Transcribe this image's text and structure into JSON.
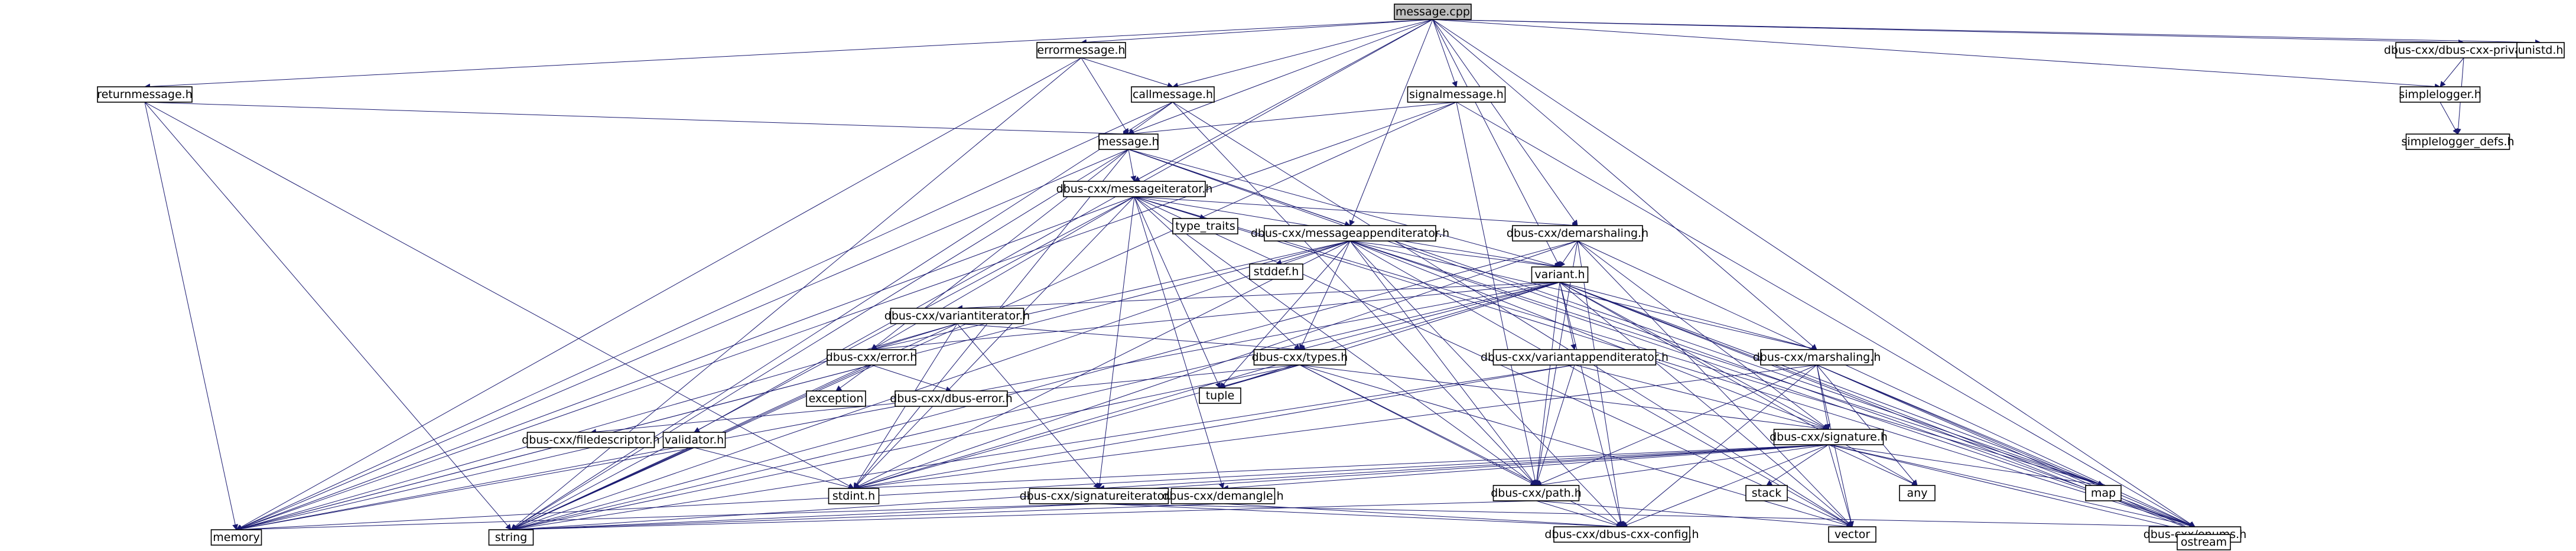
{
  "graph": {
    "title": "message.cpp",
    "colors": {
      "edge": "#191970",
      "root_fill": "#bfbfbf",
      "file_fill": "#ffffff",
      "system_fill": "#ffffff"
    },
    "nodes": [
      {
        "id": "message_cpp",
        "label": "message.cpp",
        "kind": "root"
      },
      {
        "id": "errormessage_h",
        "label": "errormessage.h",
        "kind": "file"
      },
      {
        "id": "returnmessage_h",
        "label": "returnmessage.h",
        "kind": "file"
      },
      {
        "id": "callmessage_h",
        "label": "callmessage.h",
        "kind": "file"
      },
      {
        "id": "signalmessage_h",
        "label": "signalmessage.h",
        "kind": "file"
      },
      {
        "id": "private_h",
        "label": "dbus-cxx/dbus-cxx-private.h",
        "kind": "file"
      },
      {
        "id": "unistd_h",
        "label": "unistd.h",
        "kind": "system"
      },
      {
        "id": "message_h",
        "label": "message.h",
        "kind": "file"
      },
      {
        "id": "simplelogger_h",
        "label": "simplelogger.h",
        "kind": "file"
      },
      {
        "id": "simplelogger_defs_h",
        "label": "simplelogger_defs.h",
        "kind": "file"
      },
      {
        "id": "messageiterator_h",
        "label": "dbus-cxx/messageiterator.h",
        "kind": "file"
      },
      {
        "id": "type_traits",
        "label": "type_traits",
        "kind": "system"
      },
      {
        "id": "demarshaling_h",
        "label": "dbus-cxx/demarshaling.h",
        "kind": "file"
      },
      {
        "id": "messageappenditerator_h",
        "label": "dbus-cxx/messageappenditerator.h",
        "kind": "file"
      },
      {
        "id": "stddef_h",
        "label": "stddef.h",
        "kind": "system"
      },
      {
        "id": "variant_h",
        "label": "variant.h",
        "kind": "file"
      },
      {
        "id": "variantiterator_h",
        "label": "dbus-cxx/variantiterator.h",
        "kind": "file"
      },
      {
        "id": "error_h",
        "label": "dbus-cxx/error.h",
        "kind": "file"
      },
      {
        "id": "types_h",
        "label": "dbus-cxx/types.h",
        "kind": "file"
      },
      {
        "id": "variantappenditerator_h",
        "label": "dbus-cxx/variantappenditerator.h",
        "kind": "file"
      },
      {
        "id": "marshaling_h",
        "label": "dbus-cxx/marshaling.h",
        "kind": "file"
      },
      {
        "id": "exception",
        "label": "exception",
        "kind": "system"
      },
      {
        "id": "dbus_error_h",
        "label": "dbus-cxx/dbus-error.h",
        "kind": "file"
      },
      {
        "id": "filedescriptor_h",
        "label": "dbus-cxx/filedescriptor.h",
        "kind": "file"
      },
      {
        "id": "validator_h",
        "label": "validator.h",
        "kind": "file"
      },
      {
        "id": "tuple",
        "label": "tuple",
        "kind": "system"
      },
      {
        "id": "signature_h",
        "label": "dbus-cxx/signature.h",
        "kind": "file"
      },
      {
        "id": "signatureiterator_h",
        "label": "dbus-cxx/signatureiterator.h",
        "kind": "file"
      },
      {
        "id": "demangle_h",
        "label": "dbus-cxx/demangle.h",
        "kind": "file"
      },
      {
        "id": "path_h",
        "label": "dbus-cxx/path.h",
        "kind": "file"
      },
      {
        "id": "stack",
        "label": "stack",
        "kind": "system"
      },
      {
        "id": "any",
        "label": "any",
        "kind": "system"
      },
      {
        "id": "map",
        "label": "map",
        "kind": "system"
      },
      {
        "id": "stdint_h",
        "label": "stdint.h",
        "kind": "system"
      },
      {
        "id": "memory",
        "label": "memory",
        "kind": "system"
      },
      {
        "id": "string",
        "label": "string",
        "kind": "system"
      },
      {
        "id": "config_h",
        "label": "dbus-cxx/dbus-cxx-config.h",
        "kind": "file"
      },
      {
        "id": "vector",
        "label": "vector",
        "kind": "system"
      },
      {
        "id": "enums_h",
        "label": "dbus-cxx/enums.h",
        "kind": "file"
      },
      {
        "id": "ostream",
        "label": "ostream",
        "kind": "system"
      }
    ],
    "edges": [
      [
        "message_cpp",
        "errormessage_h"
      ],
      [
        "message_cpp",
        "returnmessage_h"
      ],
      [
        "message_cpp",
        "callmessage_h"
      ],
      [
        "message_cpp",
        "signalmessage_h"
      ],
      [
        "message_cpp",
        "private_h"
      ],
      [
        "message_cpp",
        "unistd_h"
      ],
      [
        "message_cpp",
        "message_h"
      ],
      [
        "message_cpp",
        "simplelogger_h"
      ],
      [
        "message_cpp",
        "messageiterator_h"
      ],
      [
        "message_cpp",
        "messageappenditerator_h"
      ],
      [
        "message_cpp",
        "demarshaling_h"
      ],
      [
        "message_cpp",
        "variant_h"
      ],
      [
        "message_cpp",
        "marshaling_h"
      ],
      [
        "message_cpp",
        "validator_h"
      ],
      [
        "message_cpp",
        "enums_h"
      ],
      [
        "errormessage_h",
        "message_h"
      ],
      [
        "errormessage_h",
        "callmessage_h"
      ],
      [
        "errormessage_h",
        "memory"
      ],
      [
        "errormessage_h",
        "string"
      ],
      [
        "returnmessage_h",
        "message_h"
      ],
      [
        "returnmessage_h",
        "memory"
      ],
      [
        "returnmessage_h",
        "stdint_h"
      ],
      [
        "returnmessage_h",
        "string"
      ],
      [
        "callmessage_h",
        "message_h"
      ],
      [
        "callmessage_h",
        "path_h"
      ],
      [
        "callmessage_h",
        "memory"
      ],
      [
        "callmessage_h",
        "string"
      ],
      [
        "callmessage_h",
        "vector"
      ],
      [
        "signalmessage_h",
        "message_h"
      ],
      [
        "signalmessage_h",
        "path_h"
      ],
      [
        "signalmessage_h",
        "memory"
      ],
      [
        "signalmessage_h",
        "string"
      ],
      [
        "signalmessage_h",
        "enums_h"
      ],
      [
        "private_h",
        "simplelogger_h"
      ],
      [
        "private_h",
        "simplelogger_defs_h"
      ],
      [
        "simplelogger_h",
        "simplelogger_defs_h"
      ],
      [
        "message_h",
        "messageiterator_h"
      ],
      [
        "message_h",
        "messageappenditerator_h"
      ],
      [
        "message_h",
        "variant_h"
      ],
      [
        "message_h",
        "error_h"
      ],
      [
        "message_h",
        "memory"
      ],
      [
        "message_h",
        "string"
      ],
      [
        "message_h",
        "stdint_h"
      ],
      [
        "message_h",
        "enums_h"
      ],
      [
        "message_h",
        "map"
      ],
      [
        "messageiterator_h",
        "type_traits"
      ],
      [
        "messageiterator_h",
        "demarshaling_h"
      ],
      [
        "messageiterator_h",
        "variant_h"
      ],
      [
        "messageiterator_h",
        "error_h"
      ],
      [
        "messageiterator_h",
        "types_h"
      ],
      [
        "messageiterator_h",
        "signatureiterator_h"
      ],
      [
        "messageiterator_h",
        "demangle_h"
      ],
      [
        "messageiterator_h",
        "tuple"
      ],
      [
        "messageiterator_h",
        "memory"
      ],
      [
        "messageiterator_h",
        "string"
      ],
      [
        "messageiterator_h",
        "stdint_h"
      ],
      [
        "messageiterator_h",
        "vector"
      ],
      [
        "messageiterator_h",
        "map"
      ],
      [
        "messageiterator_h",
        "enums_h"
      ],
      [
        "messageiterator_h",
        "path_h"
      ],
      [
        "messageappenditerator_h",
        "stddef_h"
      ],
      [
        "messageappenditerator_h",
        "variant_h"
      ],
      [
        "messageappenditerator_h",
        "marshaling_h"
      ],
      [
        "messageappenditerator_h",
        "error_h"
      ],
      [
        "messageappenditerator_h",
        "types_h"
      ],
      [
        "messageappenditerator_h",
        "signature_h"
      ],
      [
        "messageappenditerator_h",
        "tuple"
      ],
      [
        "messageappenditerator_h",
        "memory"
      ],
      [
        "messageappenditerator_h",
        "string"
      ],
      [
        "messageappenditerator_h",
        "stdint_h"
      ],
      [
        "messageappenditerator_h",
        "vector"
      ],
      [
        "messageappenditerator_h",
        "map"
      ],
      [
        "messageappenditerator_h",
        "config_h"
      ],
      [
        "messageappenditerator_h",
        "enums_h"
      ],
      [
        "messageappenditerator_h",
        "path_h"
      ],
      [
        "demarshaling_h",
        "variant_h"
      ],
      [
        "demarshaling_h",
        "signature_h"
      ],
      [
        "demarshaling_h",
        "path_h"
      ],
      [
        "demarshaling_h",
        "config_h"
      ],
      [
        "demarshaling_h",
        "enums_h"
      ],
      [
        "demarshaling_h",
        "vector"
      ],
      [
        "demarshaling_h",
        "string"
      ],
      [
        "demarshaling_h",
        "stdint_h"
      ],
      [
        "variant_h",
        "variantiterator_h"
      ],
      [
        "variant_h",
        "variantappenditerator_h"
      ],
      [
        "variant_h",
        "marshaling_h"
      ],
      [
        "variant_h",
        "types_h"
      ],
      [
        "variant_h",
        "error_h"
      ],
      [
        "variant_h",
        "signature_h"
      ],
      [
        "variant_h",
        "path_h"
      ],
      [
        "variant_h",
        "any"
      ],
      [
        "variant_h",
        "map"
      ],
      [
        "variant_h",
        "tuple"
      ],
      [
        "variant_h",
        "vector"
      ],
      [
        "variant_h",
        "string"
      ],
      [
        "variant_h",
        "stdint_h"
      ],
      [
        "variant_h",
        "memory"
      ],
      [
        "variant_h",
        "ostream"
      ],
      [
        "variant_h",
        "enums_h"
      ],
      [
        "variant_h",
        "config_h"
      ],
      [
        "variantiterator_h",
        "error_h"
      ],
      [
        "variantiterator_h",
        "types_h"
      ],
      [
        "variantiterator_h",
        "signatureiterator_h"
      ],
      [
        "variantiterator_h",
        "memory"
      ],
      [
        "variantiterator_h",
        "string"
      ],
      [
        "variantiterator_h",
        "stdint_h"
      ],
      [
        "error_h",
        "exception"
      ],
      [
        "error_h",
        "dbus_error_h"
      ],
      [
        "error_h",
        "memory"
      ],
      [
        "error_h",
        "string"
      ],
      [
        "types_h",
        "filedescriptor_h"
      ],
      [
        "types_h",
        "signature_h"
      ],
      [
        "types_h",
        "path_h"
      ],
      [
        "types_h",
        "tuple"
      ],
      [
        "types_h",
        "string"
      ],
      [
        "types_h",
        "stdint_h"
      ],
      [
        "types_h",
        "vector"
      ],
      [
        "types_h",
        "config_h"
      ],
      [
        "variantappenditerator_h",
        "signature_h"
      ],
      [
        "variantappenditerator_h",
        "path_h"
      ],
      [
        "variantappenditerator_h",
        "string"
      ],
      [
        "variantappenditerator_h",
        "stdint_h"
      ],
      [
        "marshaling_h",
        "signature_h"
      ],
      [
        "marshaling_h",
        "path_h"
      ],
      [
        "marshaling_h",
        "any"
      ],
      [
        "marshaling_h",
        "map"
      ],
      [
        "marshaling_h",
        "vector"
      ],
      [
        "marshaling_h",
        "config_h"
      ],
      [
        "marshaling_h",
        "enums_h"
      ],
      [
        "marshaling_h",
        "ostream"
      ],
      [
        "marshaling_h",
        "stdint_h"
      ],
      [
        "filedescriptor_h",
        "memory"
      ],
      [
        "validator_h",
        "string"
      ],
      [
        "validator_h",
        "stdint_h"
      ],
      [
        "validator_h",
        "memory"
      ],
      [
        "signature_h",
        "signatureiterator_h"
      ],
      [
        "signature_h",
        "demangle_h"
      ],
      [
        "signature_h",
        "path_h"
      ],
      [
        "signature_h",
        "stack"
      ],
      [
        "signature_h",
        "any"
      ],
      [
        "signature_h",
        "map"
      ],
      [
        "signature_h",
        "vector"
      ],
      [
        "signature_h",
        "string"
      ],
      [
        "signature_h",
        "stdint_h"
      ],
      [
        "signature_h",
        "memory"
      ],
      [
        "signature_h",
        "config_h"
      ],
      [
        "signature_h",
        "enums_h"
      ],
      [
        "signature_h",
        "ostream"
      ],
      [
        "signatureiterator_h",
        "memory"
      ],
      [
        "signatureiterator_h",
        "string"
      ],
      [
        "signatureiterator_h",
        "enums_h"
      ],
      [
        "signatureiterator_h",
        "config_h"
      ],
      [
        "demangle_h",
        "string"
      ],
      [
        "demangle_h",
        "config_h"
      ],
      [
        "path_h",
        "string"
      ],
      [
        "path_h",
        "vector"
      ],
      [
        "path_h",
        "config_h"
      ],
      [
        "enums_h",
        "ostream"
      ]
    ]
  }
}
